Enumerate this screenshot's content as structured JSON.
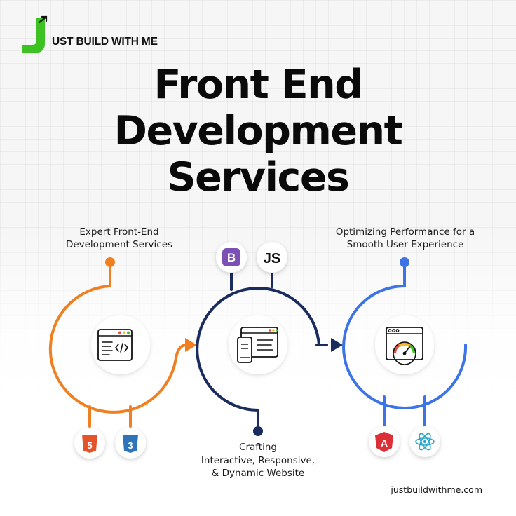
{
  "brand": {
    "name": "UST BUILD WITH ME",
    "logo_letter": "J",
    "accent": "#3cc223"
  },
  "title": {
    "line1": "Front End",
    "line2": "Development",
    "line3": "Services"
  },
  "steps": [
    {
      "caption_line1": "Expert Front-End",
      "caption_line2": "Development Services",
      "color": "#f07f22",
      "icons": [
        "html5-icon",
        "css3-icon"
      ]
    },
    {
      "caption_line1": "Crafting",
      "caption_line2": "Interactive, Responsive,",
      "caption_line3": "& Dynamic Website",
      "color": "#1a2b5e",
      "icons": [
        "bootstrap-icon",
        "javascript-icon"
      ]
    },
    {
      "caption_line1": "Optimizing Performance for a",
      "caption_line2": "Smooth User Experience",
      "color": "#3d74e5",
      "icons": [
        "angular-icon",
        "react-icon"
      ]
    }
  ],
  "tech_labels": {
    "bootstrap": "B",
    "javascript": "JS",
    "html": "5",
    "css": "3",
    "angular": "A"
  },
  "footer": {
    "url": "justbuildwithme.com"
  }
}
